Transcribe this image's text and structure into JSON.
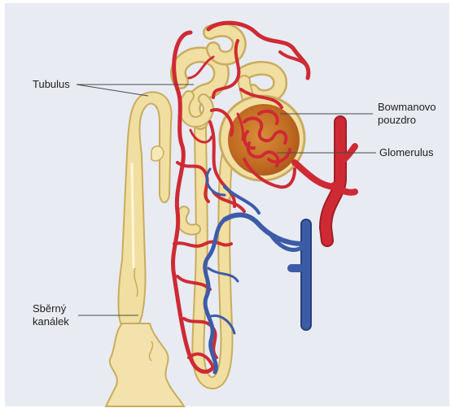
{
  "diagram": {
    "labels": {
      "tubulus": "Tubulus",
      "bowman_line1": "Bowmanovo",
      "bowman_line2": "pouzdro",
      "glomerulus": "Glomerulus",
      "collecting_line1": "Sběrný",
      "collecting_line2": "kanálek"
    },
    "colors": {
      "background": "#e8ebf2",
      "tubule_fill": "#f1dea1",
      "tubule_edge": "#c9ac5e",
      "artery_red": "#cf2a34",
      "vein_blue": "#3c5ca8",
      "capsule_orange": "#c8782a",
      "leader_line": "#4a4a4a"
    }
  }
}
